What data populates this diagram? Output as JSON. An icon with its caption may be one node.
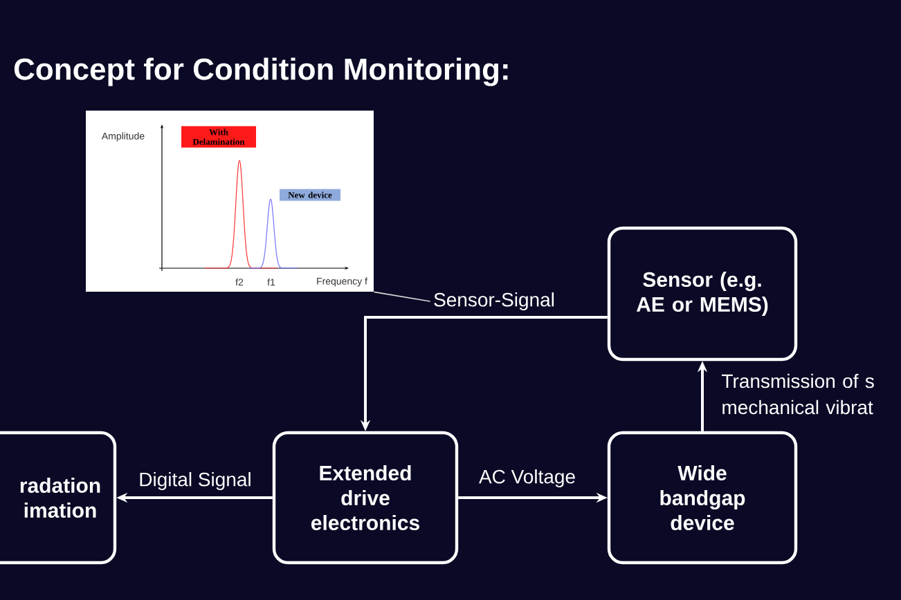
{
  "diagram": {
    "title": "Concept for Condition Monitoring:",
    "nodes": [
      {
        "text": [],
        "shape": "picture"
      },
      {
        "text": [
          "Sensor-Signal"
        ]
      },
      {
        "text": [
          "Sensor (e.g. AE or MEMS)"
        ]
      },
      {
        "text": [
          "radation imation"
        ]
      },
      {
        "text": [
          "Extended drive electronics"
        ]
      },
      {
        "text": [
          "Wide bandgap device"
        ]
      }
    ],
    "edges": [
      {
        "from": 1,
        "to": 0,
        "arrow": "none"
      },
      {
        "from": 2,
        "to": 4,
        "arrow": "to"
      },
      {
        "from": 4,
        "to": 3,
        "arrow": "to",
        "label": "Digital Signal"
      },
      {
        "from": 4,
        "to": 5,
        "arrow": "to",
        "label": "AC Voltage"
      },
      {
        "from": 5,
        "to": 2,
        "arrow": "to",
        "label": "Transmission of s mechanical vibrat"
      }
    ],
    "labels": [
      "Amplitude",
      "With Delamination",
      "New device",
      "f2",
      "f1",
      "Frequency f"
    ]
  }
}
